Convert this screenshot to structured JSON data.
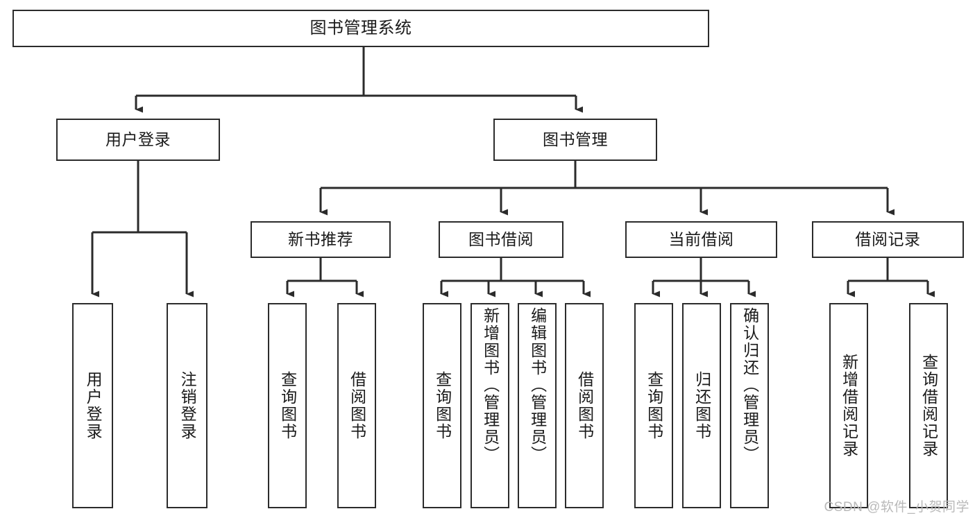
{
  "diagram": {
    "title": "图书管理系统",
    "type": "tree-hierarchy-diagram",
    "colors": {
      "stroke": "#2b2b2b",
      "fill": "#ffffff",
      "text": "#1a1a1a",
      "watermark": "#b9b9b9"
    },
    "nodes": {
      "root": {
        "label": "图书管理系统",
        "level": 1
      },
      "level2": [
        {
          "id": "user-login",
          "label": "用户登录"
        },
        {
          "id": "book-management",
          "label": "图书管理"
        }
      ],
      "level3": [
        {
          "id": "new-book-recommend",
          "label": "新书推荐"
        },
        {
          "id": "book-borrow",
          "label": "图书借阅"
        },
        {
          "id": "current-borrow",
          "label": "当前借阅"
        },
        {
          "id": "borrow-record",
          "label": "借阅记录"
        }
      ],
      "leaves": {
        "user-login": [
          {
            "id": "leaf-user-login",
            "label": "用户登录"
          },
          {
            "id": "leaf-logout",
            "label": "注销登录"
          }
        ],
        "new-book-recommend": [
          {
            "id": "leaf-query-book-1",
            "label": "查询图书"
          },
          {
            "id": "leaf-borrow-book-1",
            "label": "借阅图书"
          }
        ],
        "book-borrow": [
          {
            "id": "leaf-query-book-2",
            "label": "查询图书"
          },
          {
            "id": "leaf-add-book",
            "label": "新增图书（管理员）"
          },
          {
            "id": "leaf-edit-book",
            "label": "编辑图书（管理员）"
          },
          {
            "id": "leaf-borrow-book-2",
            "label": "借阅图书"
          }
        ],
        "current-borrow": [
          {
            "id": "leaf-query-book-3",
            "label": "查询图书"
          },
          {
            "id": "leaf-return-book",
            "label": "归还图书"
          },
          {
            "id": "leaf-confirm-return",
            "label": "确认归还（管理员）"
          }
        ],
        "borrow-record": [
          {
            "id": "leaf-add-record",
            "label": "新增借阅记录"
          },
          {
            "id": "leaf-query-record",
            "label": "查询借阅记录"
          }
        ]
      }
    }
  },
  "watermark": {
    "text": "CSDN @软件_小贺同学"
  }
}
